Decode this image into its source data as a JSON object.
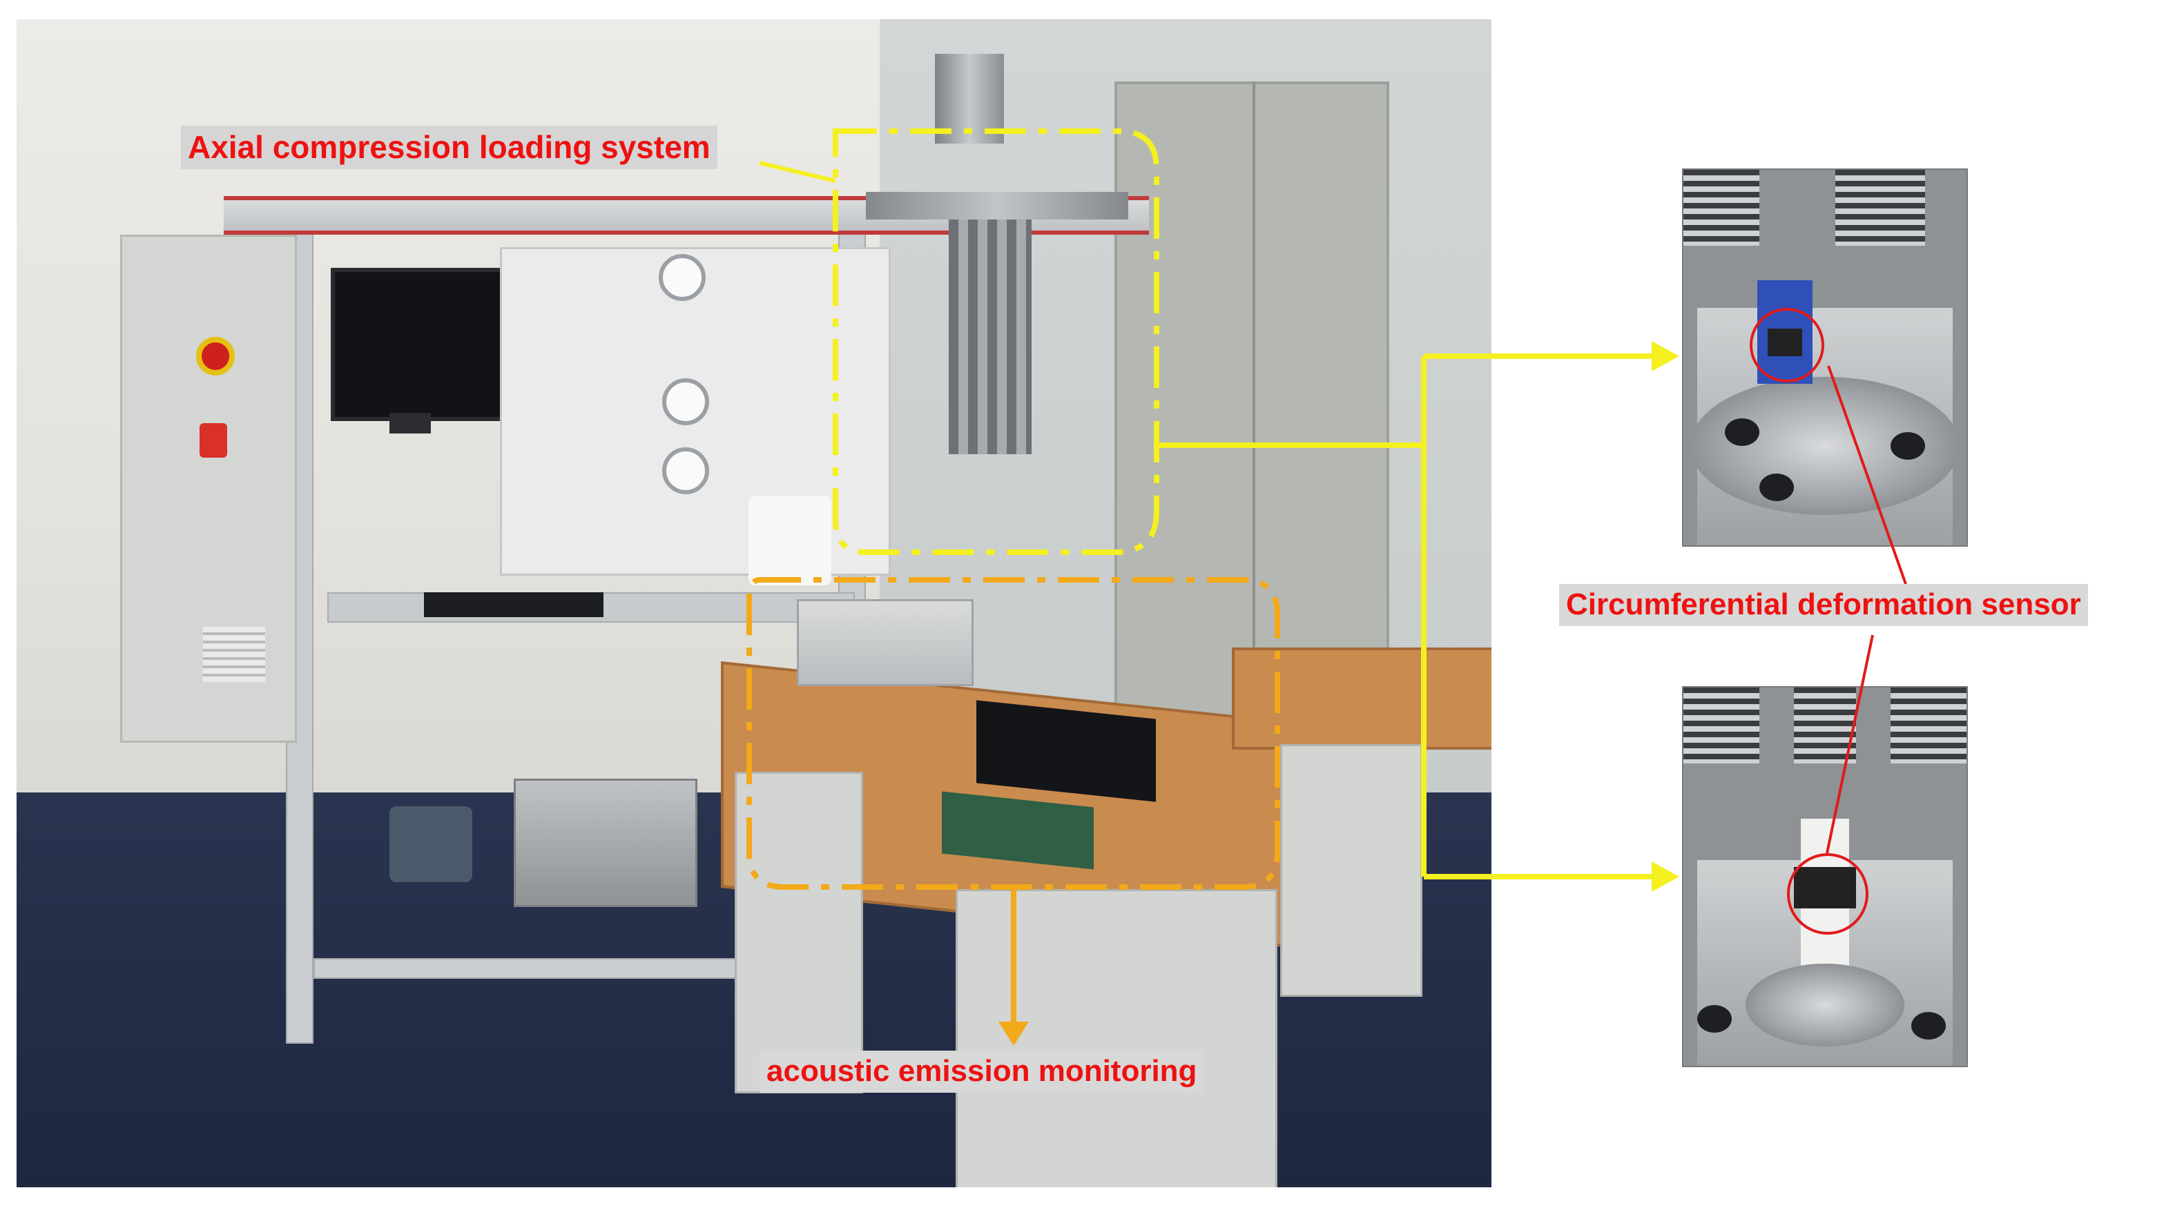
{
  "figure": {
    "description_free": true,
    "labels": {
      "axial": "Axial compression loading system",
      "circumferential": "Circumferential deformation sensor",
      "acoustic": "acoustic emission monitoring"
    },
    "colors": {
      "label_text": "#ee1111",
      "label_background": "#d5d5d5",
      "yellow_box": "#f5f020",
      "orange_box": "#f2a91a",
      "arrow_yellow": "#f5f020",
      "arrow_orange": "#f2a91a",
      "sensor_marker": "#e01b1b"
    }
  }
}
